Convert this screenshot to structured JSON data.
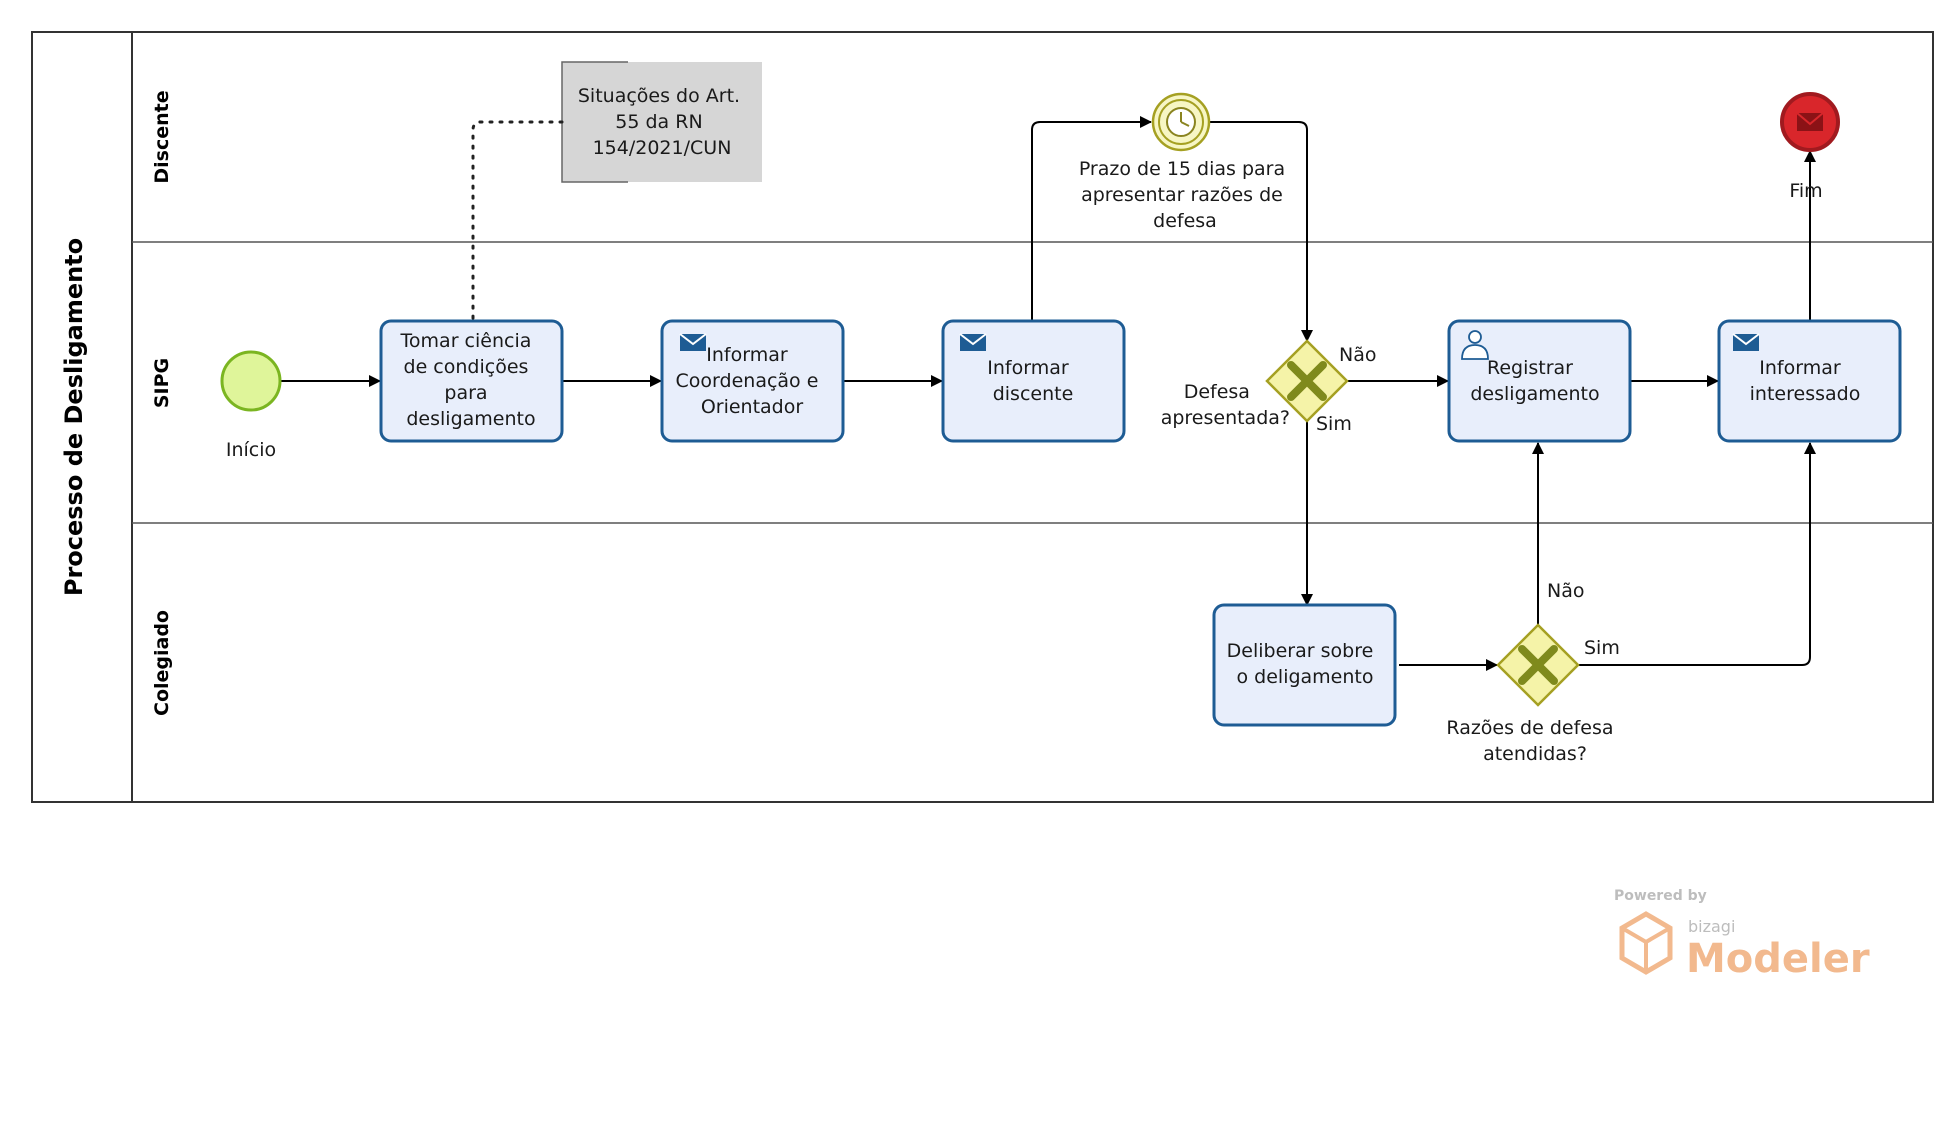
{
  "pool": {
    "title": "Processo de Desligamento"
  },
  "lanes": [
    {
      "id": "discente",
      "label": "Discente"
    },
    {
      "id": "sipg",
      "label": "SIPG"
    },
    {
      "id": "colegiado",
      "label": "Colegiado"
    }
  ],
  "events": {
    "start": {
      "label": "Início"
    },
    "timer": {
      "label_lines": [
        "Prazo de 15 dias para",
        "apresentar razões de",
        "defesa"
      ]
    },
    "end": {
      "label": "Fim"
    }
  },
  "tasks": {
    "tomar": {
      "lines": [
        "Tomar ciência",
        "de condições",
        "para",
        "desligamento"
      ]
    },
    "informar_coord": {
      "lines": [
        "Informar",
        "Coordenação e",
        "Orientador"
      ]
    },
    "informar_disc": {
      "lines": [
        "Informar",
        "discente"
      ]
    },
    "registrar": {
      "lines": [
        "Registrar",
        "desligamento"
      ]
    },
    "informar_int": {
      "lines": [
        "Informar",
        "interessado"
      ]
    },
    "deliberar": {
      "lines": [
        "Deliberar sobre",
        "o deligamento"
      ]
    }
  },
  "gateways": {
    "defesa": {
      "label_lines": [
        "Defesa",
        "apresentada?"
      ],
      "no_label": "Não",
      "yes_label": "Sim"
    },
    "razoes": {
      "label_lines": [
        "Razões de defesa",
        "atendidas?"
      ],
      "no_label": "Não",
      "yes_label": "Sim"
    }
  },
  "annotation": {
    "lines": [
      "Situações do Art.",
      "55 da RN",
      "154/2021/CUN"
    ]
  },
  "watermark": {
    "powered": "Powered by",
    "brand": "bizagi",
    "product": "Modeler"
  },
  "colors": {
    "task_fill": "#e8eefb",
    "task_stroke": "#1e5c94",
    "start_fill": "#dff59a",
    "start_stroke": "#7bb521",
    "gateway_fill": "#f5f3a8",
    "gateway_stroke": "#a5a022",
    "gateway_x": "#7f8a1c",
    "end_fill": "#d9262b",
    "end_stroke": "#a11a1f",
    "timer_fill": "#f7f6c4",
    "timer_stroke": "#a5a022",
    "annotation_fill": "#d6d6d6",
    "watermark": "#f2b98e"
  }
}
